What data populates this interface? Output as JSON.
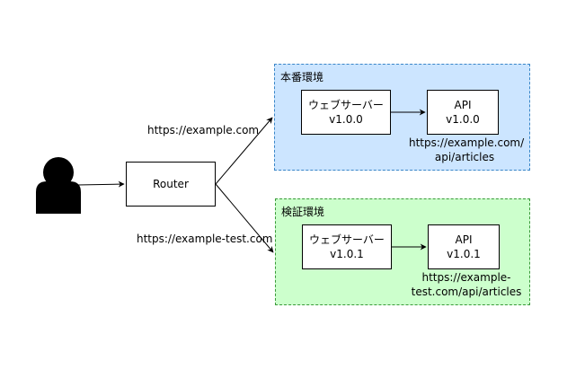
{
  "router": {
    "label": "Router"
  },
  "urls": {
    "prod": "https://example.com",
    "test": "https://example-test.com"
  },
  "prod_env": {
    "title": "本番環境",
    "web_server": {
      "name": "ウェブサーバー",
      "version": "v1.0.0"
    },
    "api": {
      "name": "API",
      "version": "v1.0.0"
    },
    "api_url_line1": "https://example.com/",
    "api_url_line2": "api/articles"
  },
  "test_env": {
    "title": "検証環境",
    "web_server": {
      "name": "ウェブサーバー",
      "version": "v1.0.1"
    },
    "api": {
      "name": "API",
      "version": "v1.0.1"
    },
    "api_url_line1": "https://example-",
    "api_url_line2": "test.com/api/articles"
  }
}
